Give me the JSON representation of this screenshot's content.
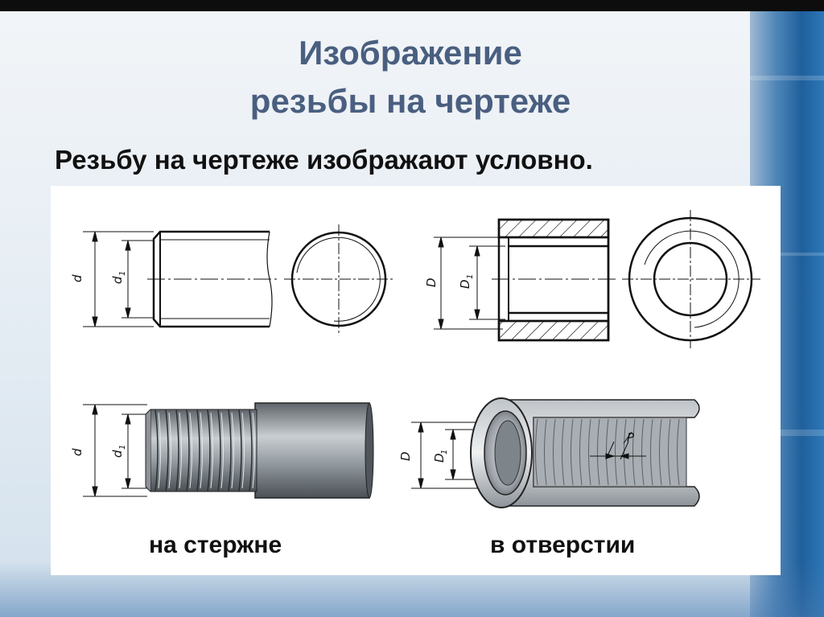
{
  "slide": {
    "title_line1": "Изображение",
    "title_line2": "резьбы на чертеже",
    "subtitle": "Резьбу на чертеже изображают условно."
  },
  "captions": {
    "rod": "на стержне",
    "hole": "в отверстии"
  },
  "dimension_labels": {
    "outer_rod": "d",
    "inner_rod": "d",
    "inner_rod_sub": "1",
    "outer_hole": "D",
    "inner_hole": "D",
    "inner_hole_sub": "1",
    "pitch": "P"
  },
  "colors": {
    "title": "#4a5f80",
    "text": "#111111",
    "accent_blue": "#1f5f9c",
    "metal": "#8a9096"
  }
}
